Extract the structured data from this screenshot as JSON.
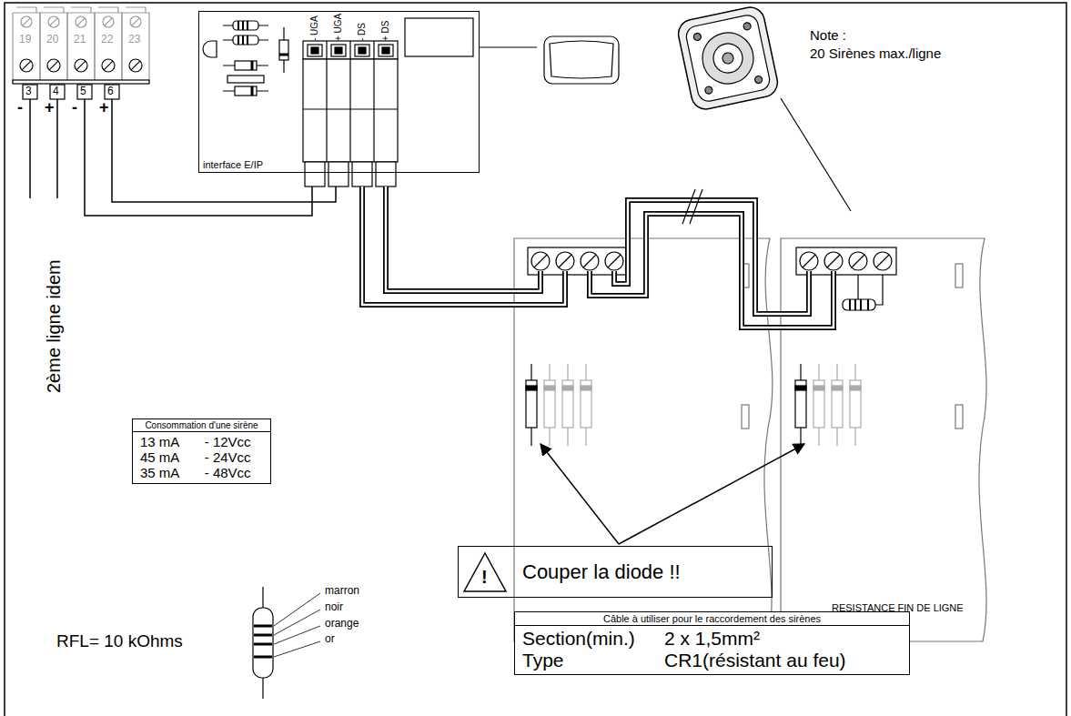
{
  "diagram": {
    "nodes": [
      {
        "text": [
          "interface E/IP"
        ]
      },
      {
        "text": [
          "Consommation d'une sirène",
          "13 mA",
          "- 12Vcc",
          "45 mA",
          "- 24Vcc",
          "35 mA",
          "- 48Vcc"
        ]
      },
      {
        "text": [
          "Couper la diode !!"
        ]
      },
      {
        "text": [
          "Câble à utiliser pour le raccordement des sirènes",
          "Section(min.)",
          "2 x 1,5mm²",
          "Type",
          "CR1(résistant au feu)"
        ]
      }
    ],
    "labels": [
      "19",
      "20",
      "21",
      "22",
      "23",
      "3",
      "4",
      "5",
      "6",
      "-",
      "+",
      "-",
      "+",
      "2ème ligne idem",
      "- UGA",
      "+ UGA",
      "- DS",
      "+ DS",
      "Note :",
      "20 Sirènes max./ligne",
      "!",
      "RESISTANCE FIN DE LIGNE",
      "RFL= 10 kOhms",
      "marron",
      "noir",
      "orange",
      "or"
    ]
  }
}
